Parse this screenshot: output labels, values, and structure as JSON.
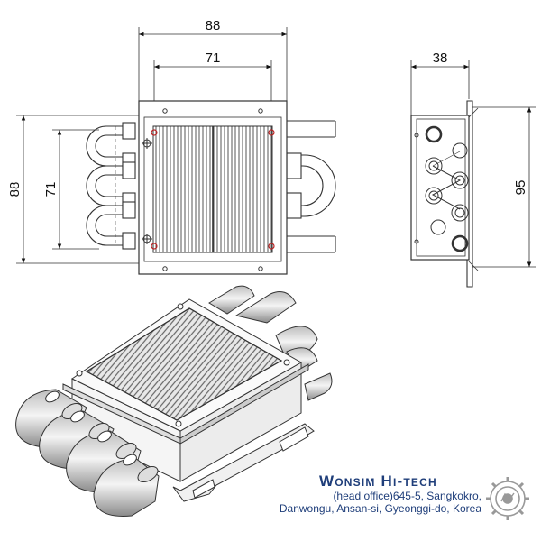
{
  "dimensions": {
    "top_view_width": "88",
    "top_view_inner_width": "71",
    "top_view_height": "88",
    "top_view_inner_height": "71",
    "side_view_depth": "38",
    "side_view_height": "95"
  },
  "company": {
    "name": "Wonsim Hi-tech",
    "address_line1": "(head office)645-5,  Sangkokro,",
    "address_line2": "Danwongu, Ansan-si, Gyeonggi-do, Korea"
  },
  "icons": [
    "gear-logo-icon"
  ],
  "colors": {
    "brand": "#1f3e7a",
    "line": "#333333",
    "logo": "#999999"
  }
}
